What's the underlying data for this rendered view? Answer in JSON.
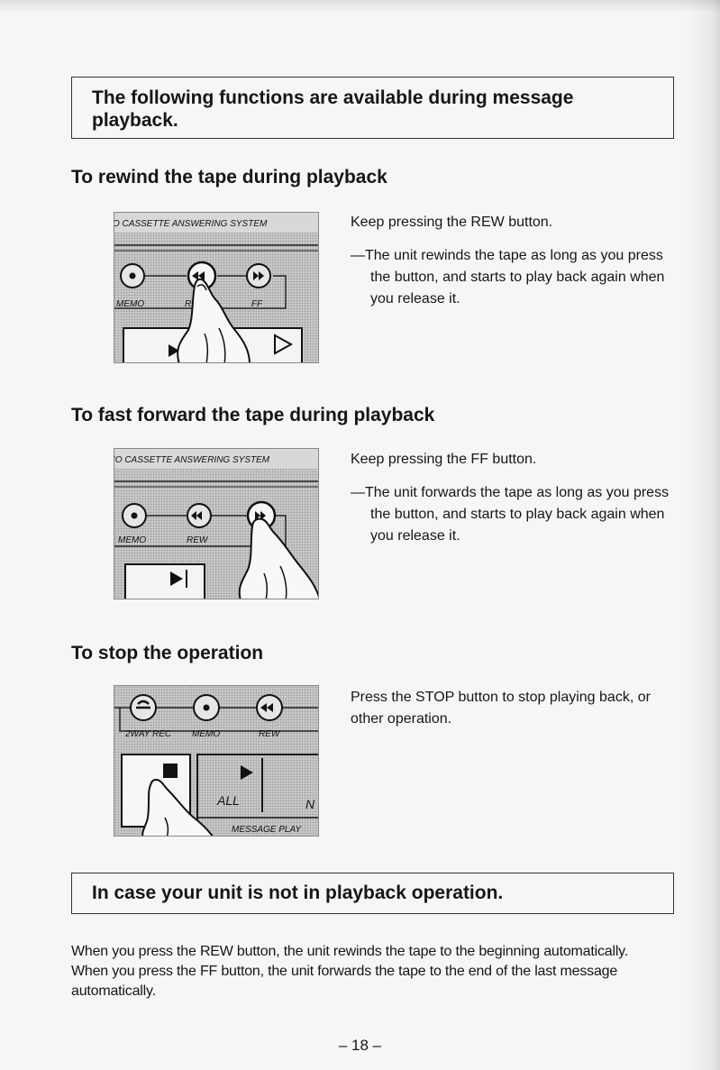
{
  "intro": {
    "text": "The following functions are available during message playback."
  },
  "sections": [
    {
      "heading": "To rewind the tape during playback",
      "illustration": {
        "header_label": "O CASSETTE ANSWERING SYSTEM",
        "labels": [
          "MEMO",
          "R",
          "FF"
        ],
        "pressed_button": "rewind"
      },
      "lead": "Keep pressing the REW button.",
      "note": "—The unit rewinds the tape as long as you press the button, and starts to play back again when you release it."
    },
    {
      "heading": "To fast forward the tape during playback",
      "illustration": {
        "header_label": "IO CASSETTE ANSWERING SYSTEM",
        "labels": [
          "MEMO",
          "REW"
        ],
        "pressed_button": "fast-forward"
      },
      "lead": "Keep pressing the FF button.",
      "note": "—The unit forwards the tape as long as you press the button, and starts to play back again when you release it."
    },
    {
      "heading": "To stop the operation",
      "illustration": {
        "labels": [
          "2WAY REC",
          "MEMO",
          "REW",
          "ALL",
          "N",
          "MESSAGE PLAY"
        ],
        "pressed_button": "stop"
      },
      "lead": "Press the STOP button to stop playing back, or other operation."
    }
  ],
  "case": {
    "heading": "In case your unit is not in playback operation.",
    "paragraphs": [
      "When you press the REW button, the unit rewinds the tape to the beginning automatically.",
      "When you press the FF button, the unit forwards the tape to the end of the last message automatically."
    ]
  },
  "page_number": "– 18 –"
}
